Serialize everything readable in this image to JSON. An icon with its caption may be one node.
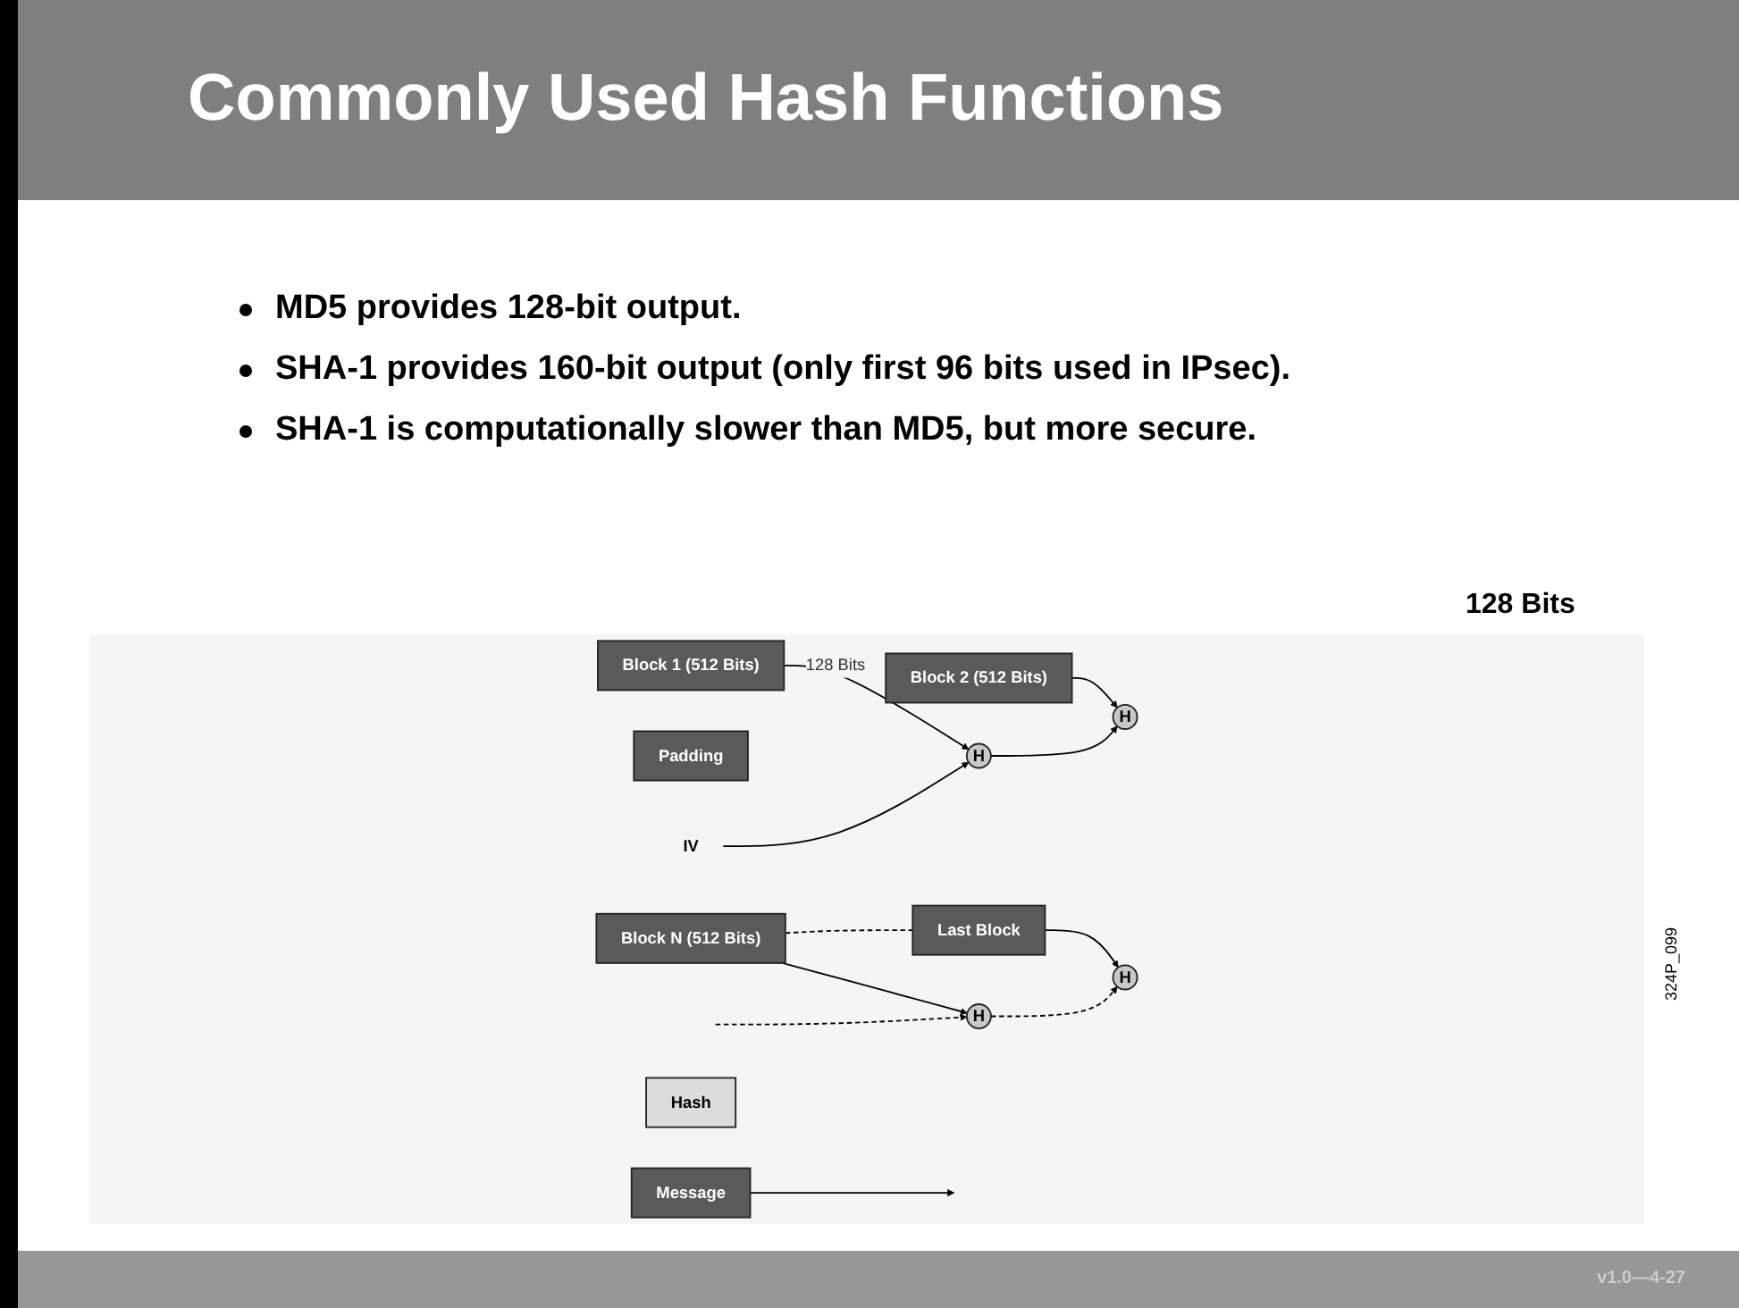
{
  "diagram": {
    "title": "Commonly Used Hash Functions",
    "nodes": [
      {
        "text": [
          "Message"
        ]
      },
      {
        "text": [
          "Padding"
        ]
      },
      {
        "text": [
          "Block 1 (512 Bits)"
        ]
      },
      {
        "text": [
          "Block 2 (512 Bits)"
        ]
      },
      {
        "text": [
          "Block N (512 Bits)"
        ]
      },
      {
        "text": [
          "Last Block"
        ]
      },
      {
        "text": [
          "IV"
        ]
      },
      {
        "text": [
          "H"
        ]
      },
      {
        "text": [
          "H"
        ]
      },
      {
        "text": [
          "H"
        ]
      },
      {
        "text": [
          "H"
        ]
      },
      {
        "text": [
          "Hash"
        ]
      }
    ],
    "edges": [
      {
        "from": 0,
        "to": null,
        "arrow": "to"
      },
      {
        "from": 2,
        "to": 7,
        "arrow": "to",
        "label": "128 Bits"
      },
      {
        "from": 3,
        "to": 8,
        "arrow": "to"
      },
      {
        "from": 4,
        "to": 5,
        "arrow": "none",
        "style": "dashed"
      },
      {
        "from": 4,
        "to": 9,
        "arrow": "to"
      },
      {
        "from": 5,
        "to": 10,
        "arrow": "to"
      },
      {
        "from": 6,
        "to": 7,
        "arrow": "to"
      },
      {
        "from": 7,
        "to": 8,
        "arrow": "to"
      },
      {
        "from": null,
        "to": 9,
        "arrow": "to",
        "style": "dashed"
      },
      {
        "from": 9,
        "to": 10,
        "arrow": "to",
        "style": "dashed"
      }
    ],
    "labels": [
      "MD5 provides 128-bit output.",
      "SHA-1 provides 160-bit output (only first 96 bits used in IPsec).",
      "SHA-1 is computationally slower than MD5, but more secure.",
      "128 Bits",
      "324P_099",
      "v1.0—4-27"
    ]
  }
}
